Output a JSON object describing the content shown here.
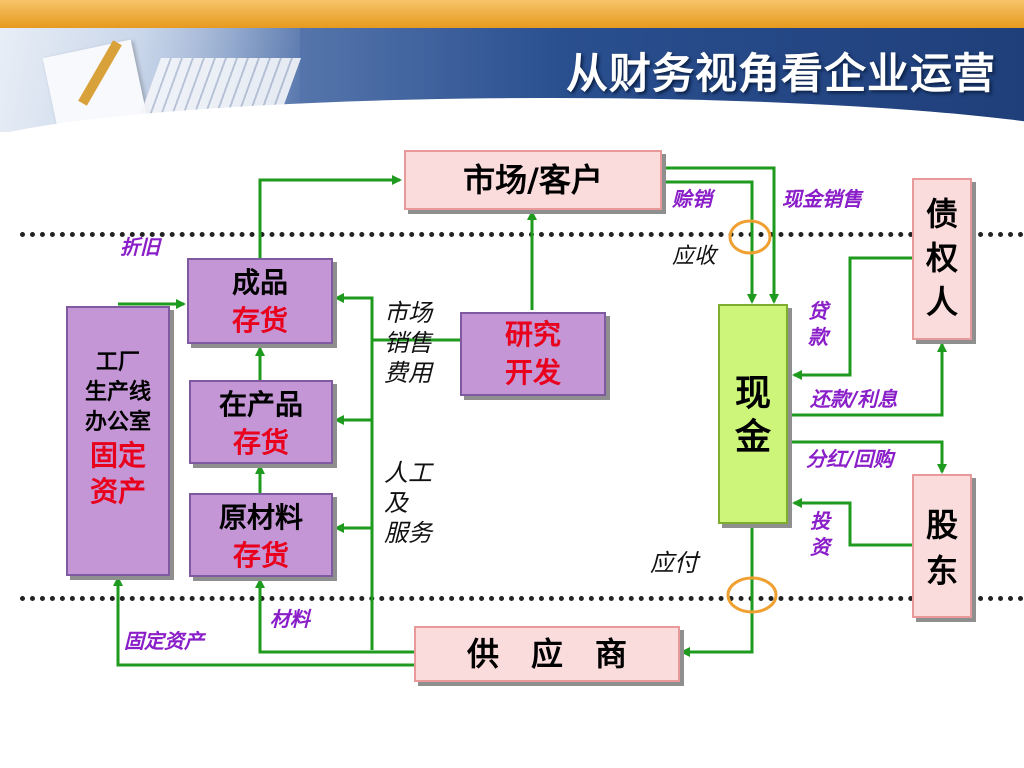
{
  "title": "从财务视角看企业运营",
  "nodes": {
    "market": "市场/客户",
    "creditor": [
      "债",
      "权",
      "人"
    ],
    "finished": [
      "成品",
      "存货"
    ],
    "wip": [
      "在产品",
      "存货"
    ],
    "raw": [
      "原材料",
      "存货"
    ],
    "fixed": [
      "工厂",
      "生产线",
      "办公室",
      "固定",
      "资产"
    ],
    "rnd": [
      "研究",
      "开发"
    ],
    "cash": [
      "现",
      "金"
    ],
    "shareholder": [
      "股",
      "东"
    ],
    "supplier": "供　应　商"
  },
  "labels": {
    "credit_sale": "赊销",
    "cash_sale": "现金销售",
    "depreciation": "折旧",
    "receivable": "应收",
    "loan": [
      "贷",
      "款"
    ],
    "repay": "还款/利息",
    "dividend": "分红/回购",
    "invest": [
      "投",
      "资"
    ],
    "payable": "应付",
    "material": "材料",
    "fixed_asset": "固定资产",
    "marketing": [
      "市场",
      "销售",
      "费用"
    ],
    "labor": [
      "人工",
      "及",
      "服务"
    ]
  }
}
